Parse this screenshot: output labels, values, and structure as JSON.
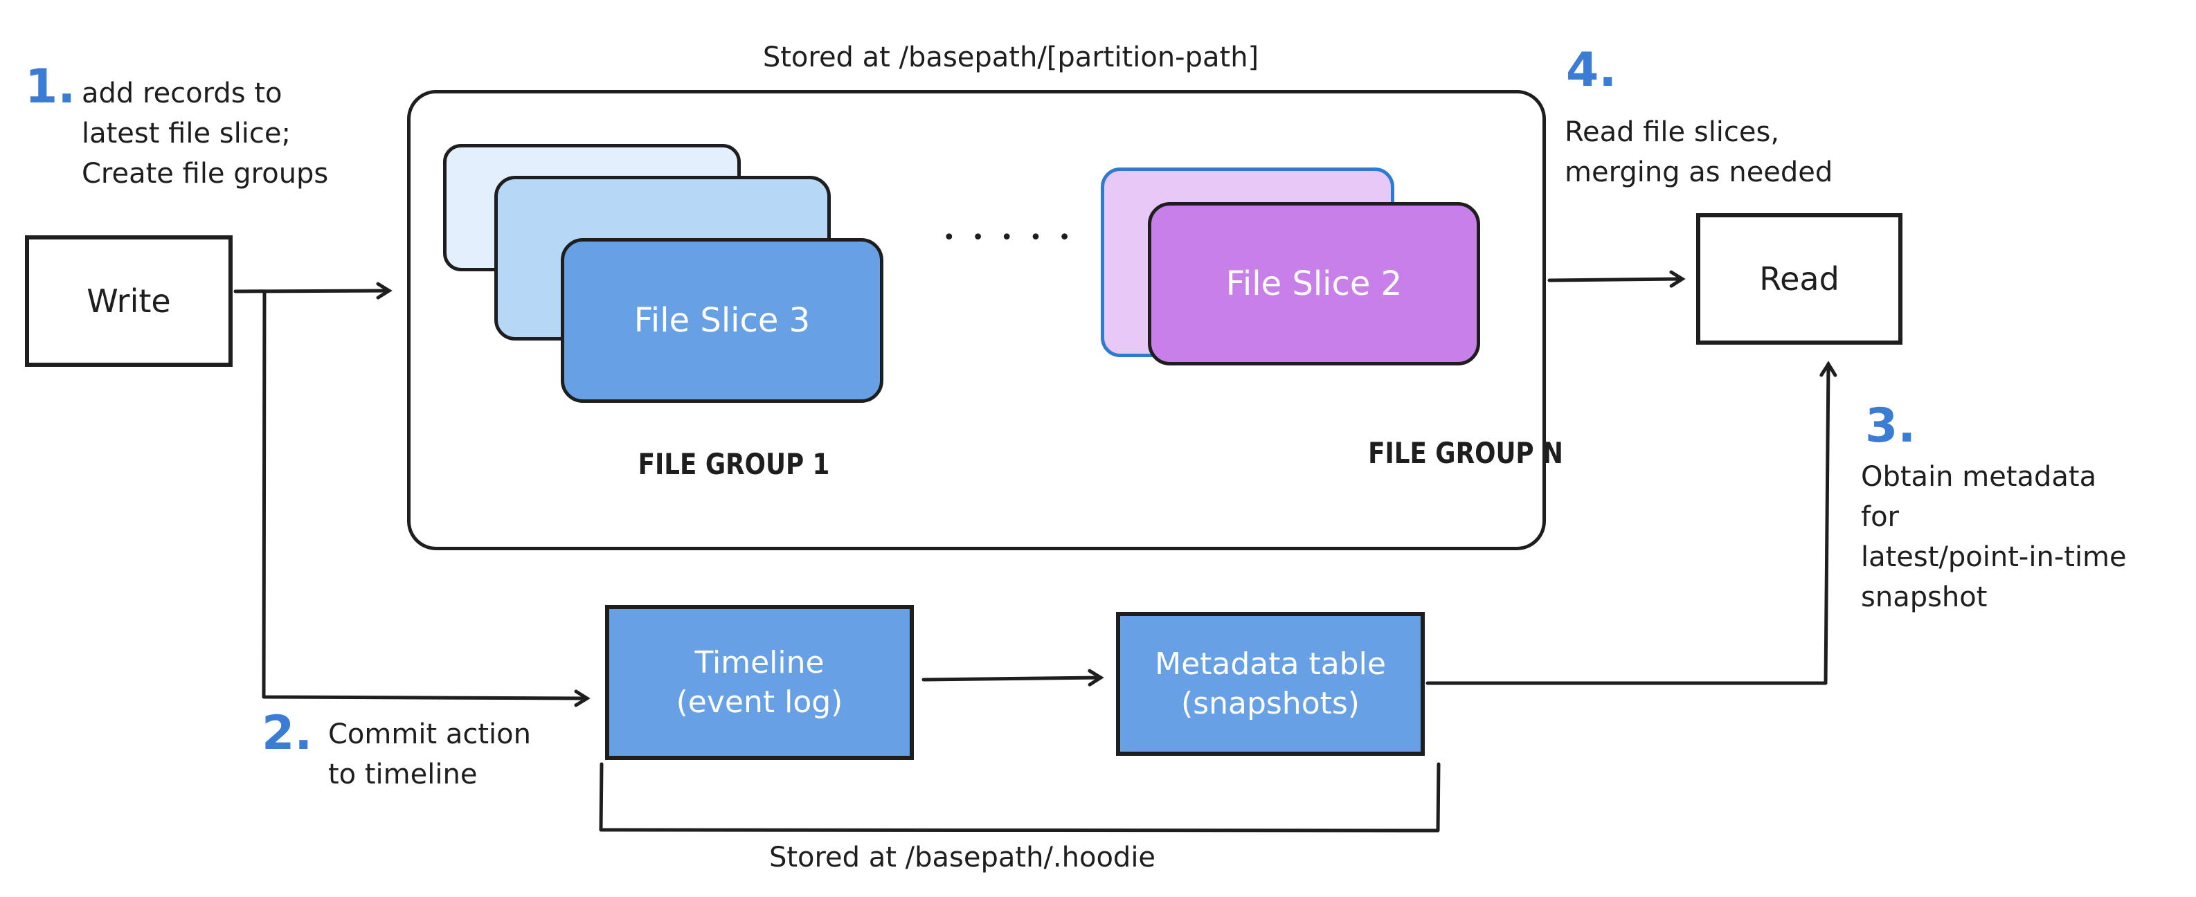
{
  "colors": {
    "stroke": "#1e1e1e",
    "accent_blue": "#3b7cd5",
    "box_blue": "#68a0e6",
    "slice_blue_light": "#e3effc",
    "slice_blue_mid": "#b7d7f6",
    "slice_purple": "#c97fe9",
    "slice_purple_light": "#e8c8f6",
    "slice_purple_border": "#2e7cd1"
  },
  "nodes": {
    "write": "Write",
    "read": "Read",
    "timeline": "Timeline\n(event log)",
    "metadata": "Metadata table\n(snapshots)"
  },
  "storage_group": {
    "path_label": "Stored at /basepath/[partition-path]",
    "file_slice_3": "File Slice 3",
    "file_slice_2": "File Slice 2",
    "ellipsis": "•••••",
    "file_group_1": "FILE GROUP 1",
    "file_group_n": "FILE GROUP N"
  },
  "timeline_group": {
    "path_label": "Stored at /basepath/.hoodie"
  },
  "annotations": [
    {
      "number": "1.",
      "text": "add records to\nlatest file slice;\nCreate file groups"
    },
    {
      "number": "2.",
      "text": "Commit action\nto timeline"
    },
    {
      "number": "3.",
      "text": "Obtain metadata\nfor\nlatest/point-in-time\nsnapshot"
    },
    {
      "number": "4.",
      "text": "Read file slices,\nmerging as needed"
    }
  ]
}
